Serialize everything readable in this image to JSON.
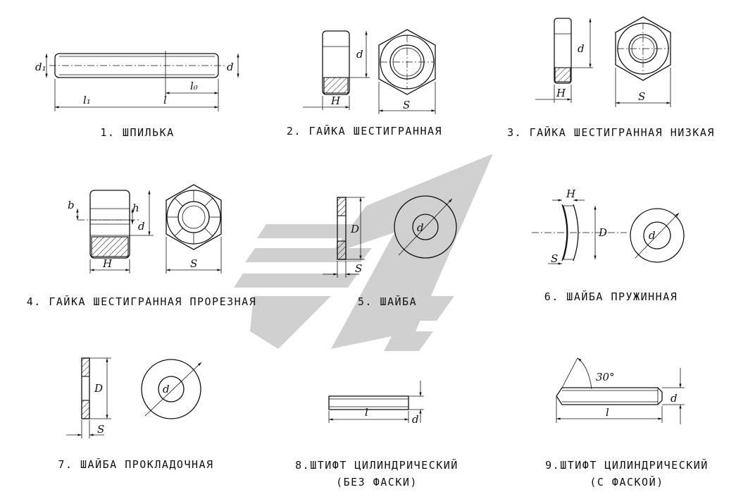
{
  "colors": {
    "ink": "#111111",
    "background": "#ffffff",
    "watermark": "#c8c8c8"
  },
  "items": [
    {
      "caption": "1. ШПИЛЬКА",
      "dims": [
        "d₁",
        "d",
        "l₁",
        "l₀",
        "l"
      ]
    },
    {
      "caption": "2. ГАЙКА ШЕСТИГРАННАЯ",
      "dims": [
        "d",
        "H",
        "S"
      ]
    },
    {
      "caption": "3. ГАЙКА ШЕСТИГРАННАЯ НИЗКАЯ",
      "dims": [
        "d",
        "H",
        "S"
      ]
    },
    {
      "caption": "4. ГАЙКА ШЕСТИГРАННАЯ ПРОРЕЗНАЯ",
      "dims": [
        "b",
        "h",
        "d",
        "H",
        "S"
      ]
    },
    {
      "caption": "5. ШАЙБА",
      "dims": [
        "D",
        "S",
        "d"
      ]
    },
    {
      "caption": "6. ШАЙБА ПРУЖИННАЯ",
      "dims": [
        "H",
        "D",
        "S",
        "d"
      ]
    },
    {
      "caption": "7. ШАЙБА ПРОКЛАДОЧНАЯ",
      "dims": [
        "D",
        "S",
        "d"
      ]
    },
    {
      "caption_line1": "8.ШТИФТ ЦИЛИНДРИЧЕСКИЙ",
      "caption_line2": "(БЕЗ ФАСКИ)",
      "dims": [
        "l",
        "d"
      ]
    },
    {
      "caption_line1": "9.ШТИФТ ЦИЛИНДРИЧЕСКИЙ",
      "caption_line2": "(С ФАСКОЙ)",
      "dims": [
        "30°",
        "l",
        "d"
      ]
    }
  ]
}
